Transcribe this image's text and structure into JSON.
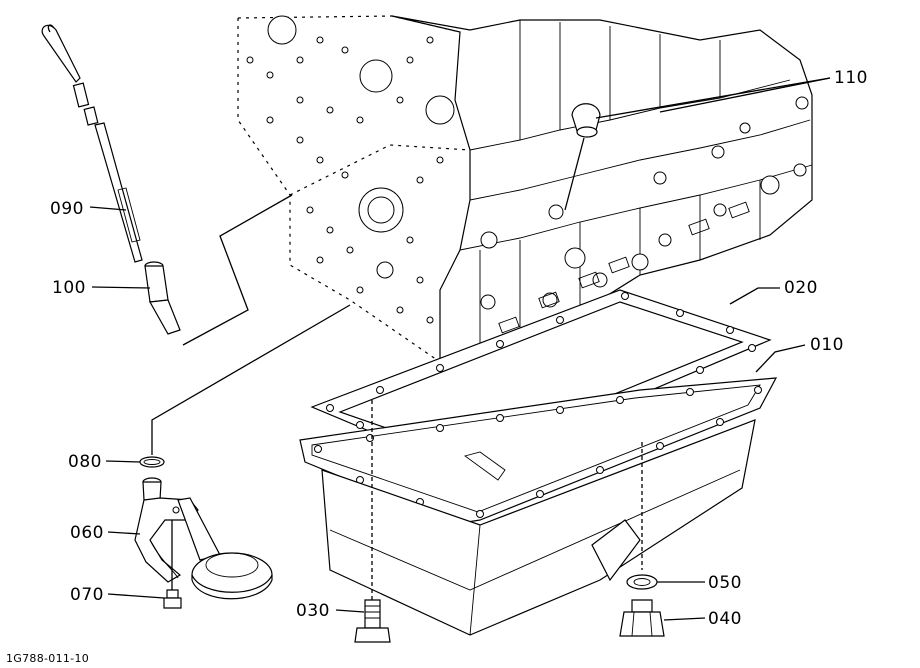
{
  "drawing_code": "1G788-011-10",
  "callouts": [
    {
      "id": "010",
      "label": "010"
    },
    {
      "id": "020",
      "label": "020"
    },
    {
      "id": "030",
      "label": "030"
    },
    {
      "id": "040",
      "label": "040"
    },
    {
      "id": "050",
      "label": "050"
    },
    {
      "id": "060",
      "label": "060"
    },
    {
      "id": "070",
      "label": "070"
    },
    {
      "id": "080",
      "label": "080"
    },
    {
      "id": "090",
      "label": "090"
    },
    {
      "id": "100",
      "label": "100"
    },
    {
      "id": "110",
      "label": "110"
    }
  ]
}
